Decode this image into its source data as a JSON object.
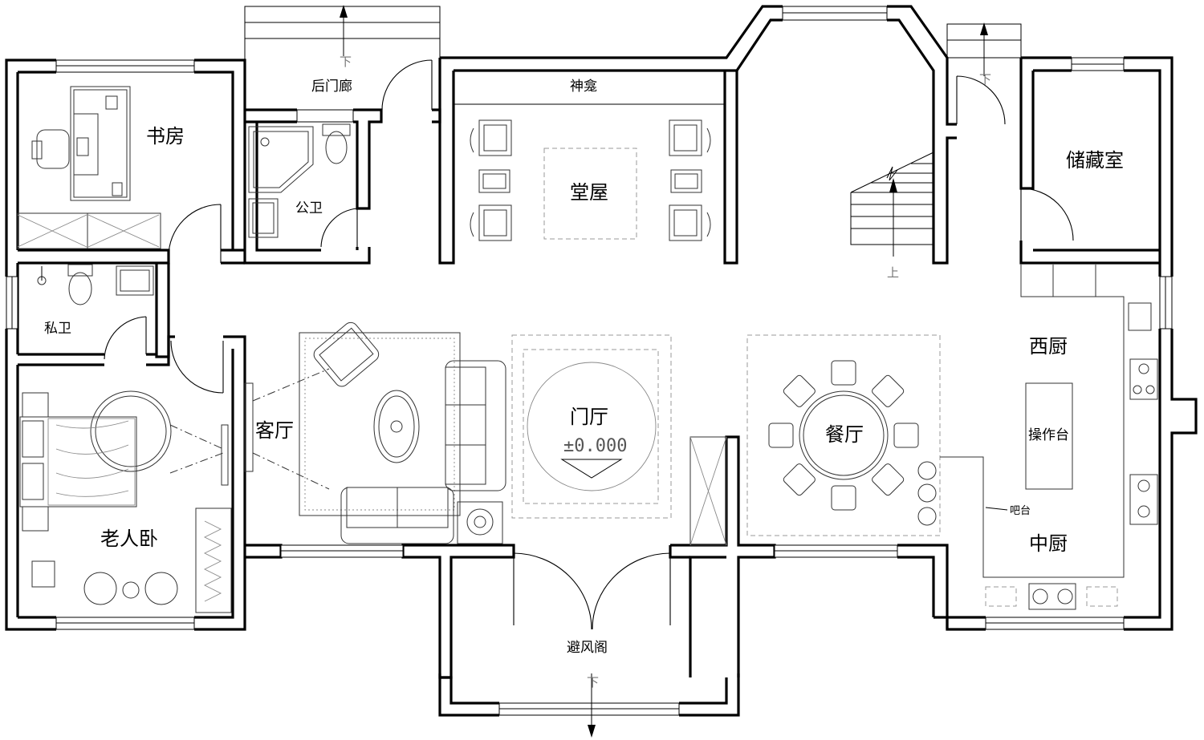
{
  "rooms": {
    "study": "书房",
    "private_bath": "私卫",
    "elder_bedroom": "老人卧",
    "back_porch": "后门廊",
    "public_bath": "公卫",
    "shrine": "神龛",
    "main_hall": "堂屋",
    "living_room": "客厅",
    "foyer": "门厅",
    "dining_room": "餐厅",
    "storage": "储藏室",
    "western_kitchen": "西厨",
    "island": "操作台",
    "chinese_kitchen": "中厨",
    "bar": "吧台",
    "vestibule": "避风阁"
  },
  "level_mark": "±0.000",
  "stair_marks": {
    "down_back": "下",
    "down_kitchen": "下",
    "down_front": "下",
    "up_stair": "上"
  },
  "colors": {
    "wall": "#000000",
    "furniture": "#333333",
    "dashed_zone": "#999999"
  }
}
